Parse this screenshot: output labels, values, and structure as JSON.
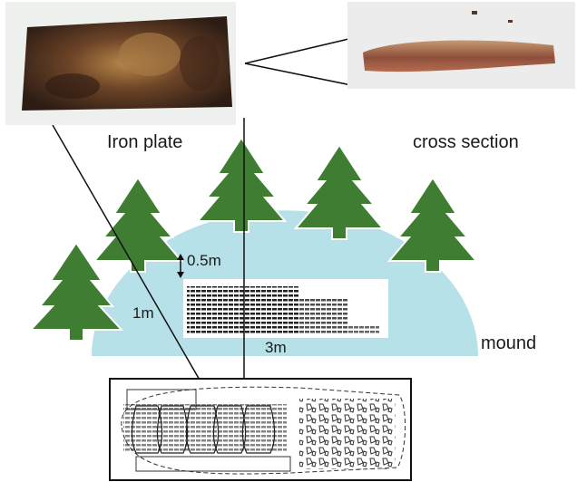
{
  "labels": {
    "iron_plate": "Iron plate",
    "cross_section": "cross section",
    "mound": "mound",
    "depth": "0.5m",
    "height": "1m",
    "width": "3m"
  },
  "colors": {
    "mound_fill": "#b7e1e8",
    "tree_green": "#3f7d32",
    "tree_outline": "#ffffff",
    "rust_dark": "#3a2418",
    "rust_light": "#b07a3c",
    "line": "#111111"
  }
}
